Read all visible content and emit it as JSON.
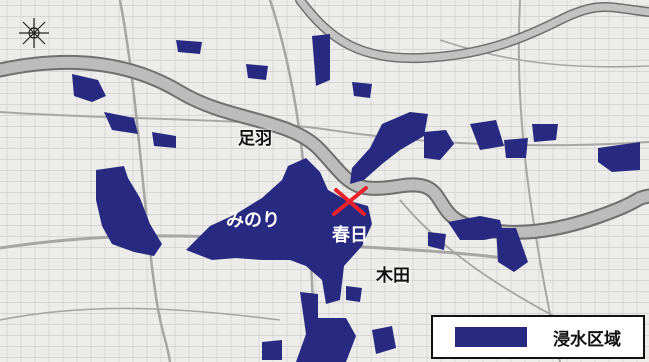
{
  "map": {
    "area_labels": {
      "asuwa": "足羽",
      "minori": "みのり",
      "kasuga": "春日",
      "kida": "木田"
    },
    "legend": {
      "label": "浸水区域"
    },
    "icons": {
      "compass": "compass-rose-icon",
      "breach": "breach-point-x-icon"
    },
    "colors": {
      "flood": "#272a80",
      "breach_mark": "#e8232b",
      "river": "#b9b9b9",
      "road": "#a6a6a6",
      "background": "#ececea"
    }
  }
}
